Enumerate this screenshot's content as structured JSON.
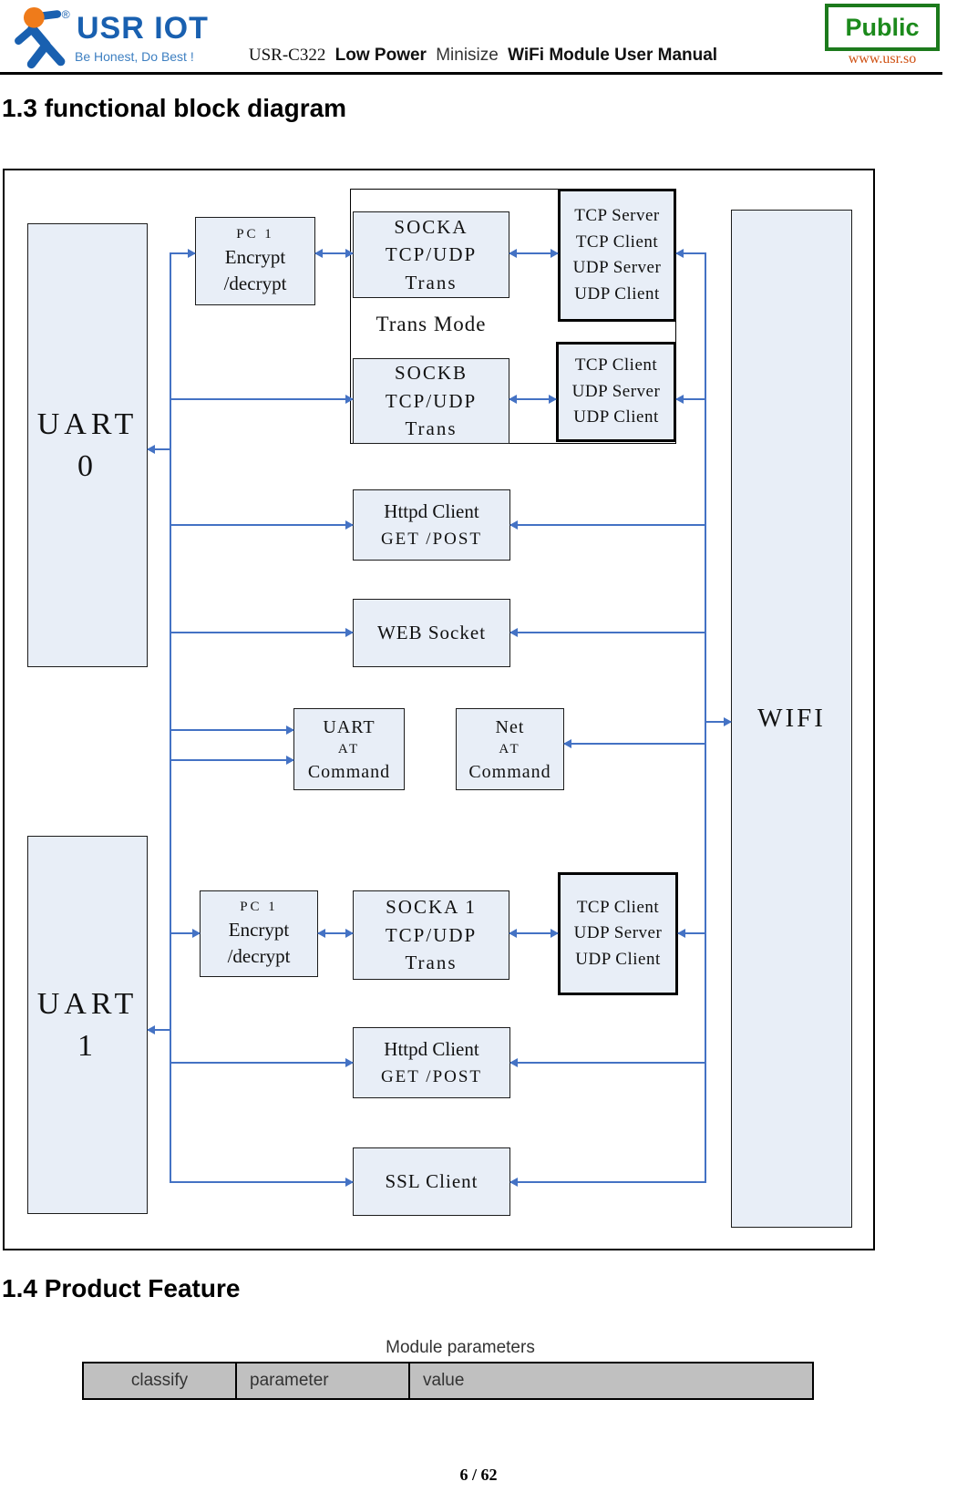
{
  "header": {
    "brand": "USR IOT",
    "reg_mark": "®",
    "slogan": "Be Honest, Do Best !",
    "title_parts": {
      "model": "USR-C322",
      "bold1": "Low Power",
      "regular": "Minisize",
      "bold2": "WiFi Module User Manual"
    },
    "badge": "Public",
    "website": "www.usr.so"
  },
  "sections": {
    "s13": "1.3 functional block diagram",
    "s14": "1.4 Product Feature"
  },
  "diagram": {
    "uart0": {
      "l1": "UART",
      "l2": "0"
    },
    "uart1": {
      "l1": "UART",
      "l2": "1"
    },
    "wifi": "WIFI",
    "trans_mode": "Trans Mode",
    "pc1_top": {
      "l1": "PC 1",
      "l2": "Encrypt",
      "l3": "/decrypt"
    },
    "pc1_bottom": {
      "l1": "PC 1",
      "l2": "Encrypt",
      "l3": "/decrypt"
    },
    "socka": {
      "l1": "SOCKA",
      "l2": "TCP/UDP",
      "l3": "Trans"
    },
    "sockb": {
      "l1": "SOCKB",
      "l2": "TCP/UDP",
      "l3": "Trans"
    },
    "socka1": {
      "l1": "SOCKA 1",
      "l2": "TCP/UDP",
      "l3": "Trans"
    },
    "tcp_group_top": {
      "l1": "TCP Server",
      "l2": "TCP Client",
      "l3": "UDP Server",
      "l4": "UDP Client"
    },
    "tcp_group_mid": {
      "l1": "TCP Client",
      "l2": "UDP Server",
      "l3": "UDP Client"
    },
    "tcp_group_bottom": {
      "l1": "TCP Client",
      "l2": "UDP Server",
      "l3": "UDP Client"
    },
    "httpd_top": {
      "l1": "Httpd Client",
      "l2": "GET /POST"
    },
    "httpd_bottom": {
      "l1": "Httpd Client",
      "l2": "GET /POST"
    },
    "websocket": "WEB Socket",
    "uart_at": {
      "l1": "UART",
      "l2": "AT",
      "l3": "Command"
    },
    "net_at": {
      "l1": "Net",
      "l2": "AT",
      "l3": "Command"
    },
    "ssl": "SSL Client"
  },
  "table": {
    "caption": "Module parameters",
    "headers": [
      "classify",
      "parameter",
      "value"
    ]
  },
  "footer": {
    "page": "6",
    "sep": "/",
    "total": "62"
  },
  "colors": {
    "arrow_blue": "#4472c4",
    "box_fill": "#e8eef7",
    "badge_green": "#1c8a1c",
    "website_orange": "#cf5012",
    "logo_blue": "#1960b0",
    "logo_orange": "#ef7b1a",
    "table_header_gray": "#c0c0c0"
  }
}
